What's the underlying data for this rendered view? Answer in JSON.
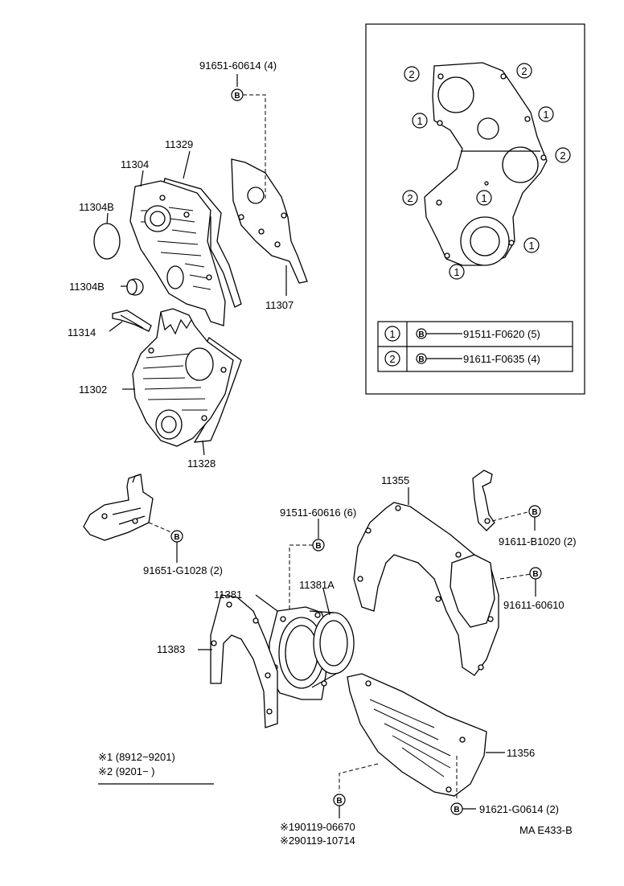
{
  "labels": {
    "p91651_60614": "91651-60614 (4)",
    "p11329": "11329",
    "p11304": "11304",
    "p11304B_a": "11304B",
    "p11304B_b": "11304B",
    "p11307": "11307",
    "p11314": "11314",
    "p11302": "11302",
    "p11328": "11328",
    "p11355": "11355",
    "p91511_60616": "91511-60616 (6)",
    "p91611_B1020": "91611-B1020 (2)",
    "p91651_G1028": "91651-G1028 (2)",
    "p11381": "11381",
    "p11381A": "11381A",
    "p91611_60610": "91611-60610",
    "p11383": "11383",
    "p11356": "11356",
    "p91621_G0614": "91621-G0614 (2)",
    "p190119_06670": "※190119-06670",
    "p290119_10714": "※290119-10714",
    "note1": "※1 (8912−9201)",
    "note2": "※2 (9201−          )",
    "code": "MA E433-B"
  },
  "inset": {
    "markers": [
      "2",
      "2",
      "1",
      "1",
      "2",
      "2",
      "1",
      "1",
      "1"
    ],
    "table": [
      {
        "num": "1",
        "bolt": "B",
        "part": "91511-F0620 (5)"
      },
      {
        "num": "2",
        "bolt": "B",
        "part": "91611-F0635 (4)"
      }
    ]
  },
  "bolt_symbol": "B"
}
